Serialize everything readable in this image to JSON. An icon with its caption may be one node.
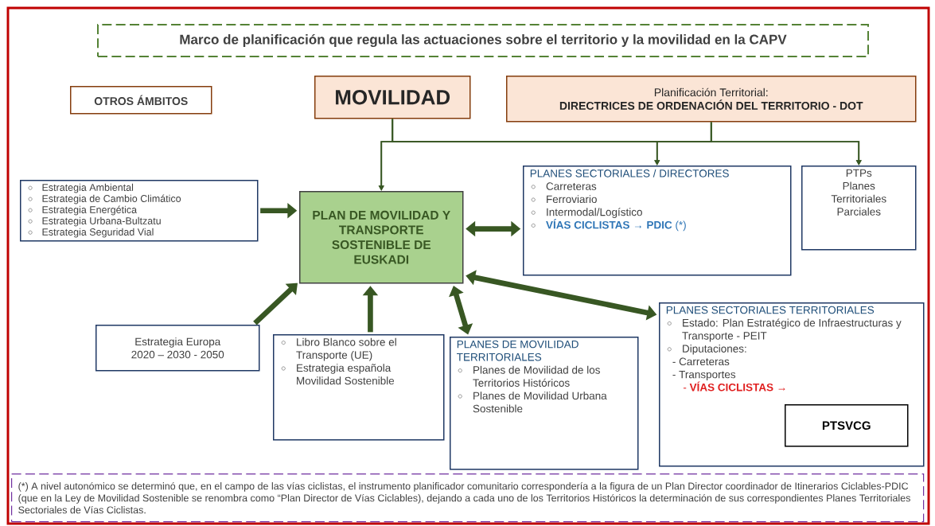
{
  "diagram": {
    "nodes": [
      {
        "text": [
          "Marco de planificación que regula las actuaciones sobre el territorio y la movilidad en la CAPV"
        ]
      },
      {
        "text": [
          "OTROS ÁMBITOS"
        ]
      },
      {
        "text": [
          "MOVILIDAD"
        ]
      },
      {
        "text": [
          "Planificación Territorial:",
          "DIRECTRICES DE ORDENACIÓN DEL TERRITORIO - DOT"
        ]
      },
      {
        "text": [
          "Estrategia Ambiental",
          "Estrategia de Cambio Climático",
          "Estrategia Energética",
          "Estrategia Urbana-Bultzatu",
          "Estrategia Seguridad Vial"
        ]
      },
      {
        "text": [
          "PLAN DE MOVILIDAD Y TRANSPORTE SOSTENIBLE DE EUSKADI"
        ]
      },
      {
        "text": [
          "PLANES SECTORIALES / DIRECTORES",
          "Carreteras",
          "Ferroviario",
          "Intermodal/Logístico",
          "**VÍAS CICLISTAS → PDIC** (*)"
        ]
      },
      {
        "text": [
          "PTPs",
          "Planes Territoriales Parciales"
        ]
      },
      {
        "text": [
          "Estrategia Europa 2020 – 2030 - 2050"
        ]
      },
      {
        "text": [
          "Libro Blanco sobre el Transporte (UE)",
          "Estrategia española Movilidad Sostenible"
        ]
      },
      {
        "text": [
          "PLANES DE MOVILIDAD TERRITORIALES",
          "Planes de Movilidad de los Territorios Históricos",
          "Planes de Movilidad Urbana Sostenible"
        ]
      },
      {
        "text": [
          "PLANES SECTORIALES TERRITORIALES",
          "Estado: Plan Estratégico de Infraestructuras y Transporte - PEIT",
          "Diputaciones:",
          "- Carreteras",
          "- Transportes",
          "- **VÍAS CICLISTAS →**"
        ]
      },
      {
        "text": [
          "PTSVCG"
        ],
        "in": 11
      },
      {
        "text": [
          "(*) A nivel autonómico se determinó que, en el campo de las vías ciclistas, el instrumento planificador comunitario correspondería a la figura de un Plan Director coordinador de Itinerarios Ciclables-PDIC (que en la Ley de Movilidad Sostenible se renombra como “Plan Director de Vías Ciclables), dejando a cada uno de los Territorios Históricos la determinación de sus correspondientes Planes Territoriales Sectoriales de Vías Ciclistas."
        ]
      }
    ],
    "edges": [
      {
        "from": 2,
        "to": 5,
        "arrow": "to"
      },
      {
        "from": 2,
        "to": 6,
        "arrow": "to"
      },
      {
        "from": 2,
        "to": 7,
        "arrow": "to"
      },
      {
        "from": 3,
        "to": 5,
        "arrow": "to"
      },
      {
        "from": 3,
        "to": 6,
        "arrow": "to"
      },
      {
        "from": 3,
        "to": 7,
        "arrow": "to"
      },
      {
        "from": 4,
        "to": 5,
        "arrow": "to",
        "style": "thick"
      },
      {
        "from": 5,
        "to": 6,
        "arrow": "both",
        "style": "thick"
      },
      {
        "from": 8,
        "to": 5,
        "arrow": "to",
        "style": "thick"
      },
      {
        "from": 9,
        "to": 5,
        "arrow": "to",
        "style": "thick"
      },
      {
        "from": 5,
        "to": 10,
        "arrow": "both",
        "style": "thick"
      },
      {
        "from": 5,
        "to": 11,
        "arrow": "both",
        "style": "thick"
      }
    ]
  }
}
